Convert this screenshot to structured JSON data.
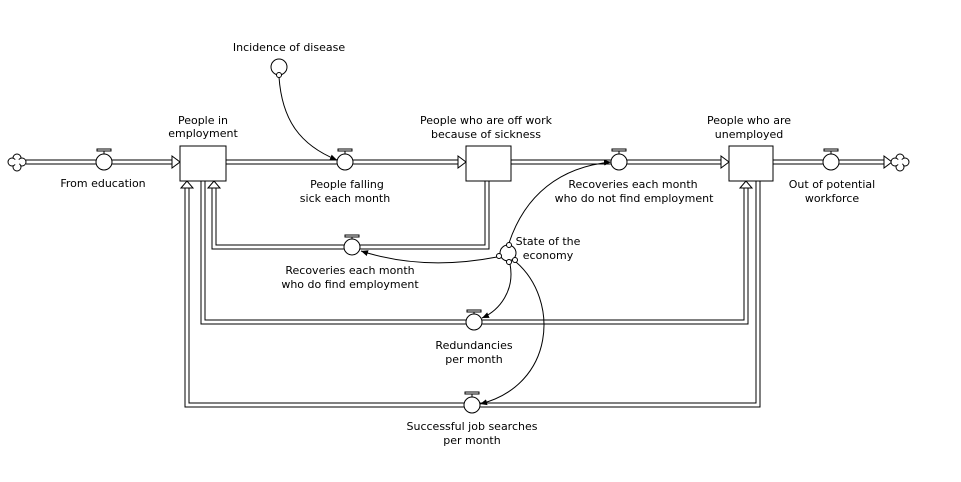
{
  "diagram": {
    "type": "stock-and-flow",
    "stocks": [
      {
        "id": "employed",
        "label": [
          "People in",
          "employment"
        ]
      },
      {
        "id": "sick",
        "label": [
          "People who are off work",
          "because of sickness"
        ]
      },
      {
        "id": "unemployed",
        "label": [
          "People who are",
          "unemployed"
        ]
      }
    ],
    "flows": [
      {
        "id": "from_education",
        "label": [
          "From education"
        ],
        "from": "source-cloud",
        "to": "employed"
      },
      {
        "id": "falling_sick",
        "label": [
          "People falling",
          "sick each month"
        ],
        "from": "employed",
        "to": "sick"
      },
      {
        "id": "recov_no_job",
        "label": [
          "Recoveries each month",
          "who do not find employment"
        ],
        "from": "sick",
        "to": "unemployed"
      },
      {
        "id": "out_workforce",
        "label": [
          "Out of potential",
          "workforce"
        ],
        "from": "unemployed",
        "to": "sink-cloud"
      },
      {
        "id": "recov_job",
        "label": [
          "Recoveries each month",
          "who do find employment"
        ],
        "from": "sick",
        "to": "employed"
      },
      {
        "id": "redundancies",
        "label": [
          "Redundancies",
          "per month"
        ],
        "from": "employed",
        "to": "unemployed"
      },
      {
        "id": "job_searches",
        "label": [
          "Successful job searches",
          "per month"
        ],
        "from": "unemployed",
        "to": "employed"
      }
    ],
    "auxiliaries": [
      {
        "id": "incidence",
        "label": [
          "Incidence of disease"
        ]
      },
      {
        "id": "economy",
        "label": [
          "State of the",
          "economy"
        ]
      }
    ],
    "connectors": [
      {
        "from": "incidence",
        "to": "falling_sick"
      },
      {
        "from": "economy",
        "to": "recov_no_job"
      },
      {
        "from": "economy",
        "to": "recov_job"
      },
      {
        "from": "economy",
        "to": "redundancies"
      },
      {
        "from": "economy",
        "to": "job_searches"
      }
    ]
  },
  "labels": {
    "employed_1": "People in",
    "employed_2": "employment",
    "sick_1": "People who are off work",
    "sick_2": "because of sickness",
    "unemployed_1": "People who are",
    "unemployed_2": "unemployed",
    "from_education": "From education",
    "falling_sick_1": "People falling",
    "falling_sick_2": "sick each month",
    "recov_no_job_1": "Recoveries each month",
    "recov_no_job_2": "who do not find employment",
    "out_workforce_1": "Out of potential",
    "out_workforce_2": "workforce",
    "recov_job_1": "Recoveries each month",
    "recov_job_2": "who do find employment",
    "redundancies_1": "Redundancies",
    "redundancies_2": "per month",
    "job_searches_1": "Successful job searches",
    "job_searches_2": "per month",
    "incidence": "Incidence of disease",
    "economy_1": "State of the",
    "economy_2": "economy"
  }
}
